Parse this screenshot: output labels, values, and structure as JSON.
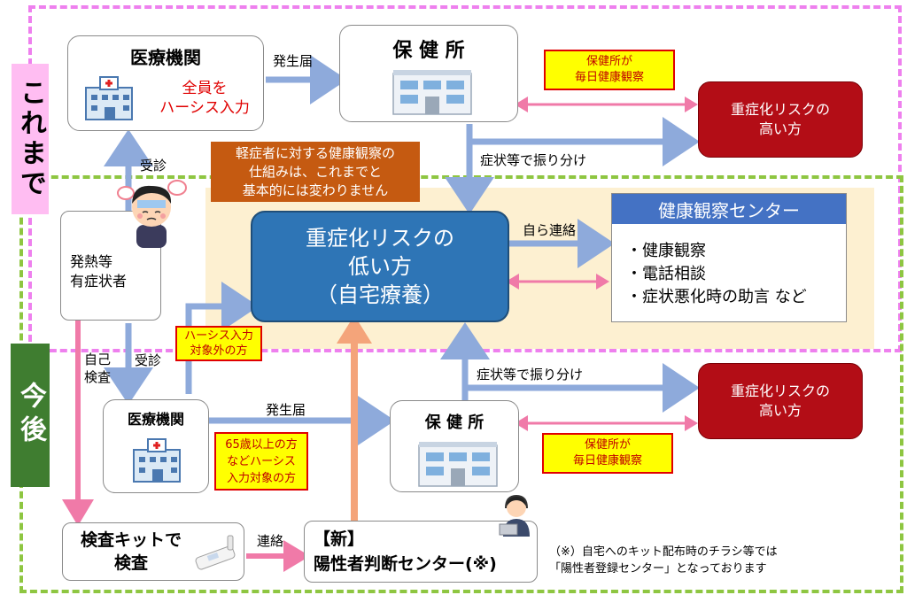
{
  "side_labels": {
    "before": "これまで",
    "after": "今後"
  },
  "before": {
    "hospital": {
      "title": "医療機関",
      "note": "全員を\nハーシス入力"
    },
    "hc": {
      "title": "保 健 所"
    },
    "hc_note": "保健所が\n毎日健康観察",
    "highrisk": "重症化リスクの\n高い方",
    "arrow_report": "発生届",
    "arrow_visit": "受診",
    "arrow_sort": "症状等で振り分け"
  },
  "orange_note": "軽症者に対する健康観察の\n仕組みは、これまでと\n基本的には変わりません",
  "patient": "発熱等\n有症状者",
  "center_box": "重症化リスクの\n低い方\n（自宅療養）",
  "arrow_self_contact": "自ら連絡",
  "health_center": {
    "title": "健康観察センター",
    "items": "・健康観察\n・電話相談\n・症状悪化時の助言 など"
  },
  "after": {
    "self_test": "自己\n検査",
    "visit": "受診",
    "hersys_out": "ハーシス入力\n対象外の方",
    "hospital": {
      "title": "医療機関"
    },
    "hersys_in": "65歳以上の方\nなどハーシス\n入力対象の方",
    "arrow_report": "発生届",
    "hc": {
      "title": "保 健 所"
    },
    "arrow_sort": "症状等で振り分け",
    "highrisk": "重症化リスクの\n高い方",
    "hc_note": "保健所が\n毎日健康観察",
    "kit": "検査キットで\n検査",
    "arrow_contact": "連絡",
    "positive_center": "【新】\n陽性者判断センター(※)",
    "footnote": "（※）自宅へのキット配布時のチラシ等では\n「陽性者登録センター」となっております"
  },
  "colors": {
    "arrow": "#8eaadb",
    "pink": "#f07aa8",
    "dark_red": "#b30d16",
    "blue": "#2e75b6",
    "orange": "#c55a11",
    "green": "#3f7d30"
  }
}
